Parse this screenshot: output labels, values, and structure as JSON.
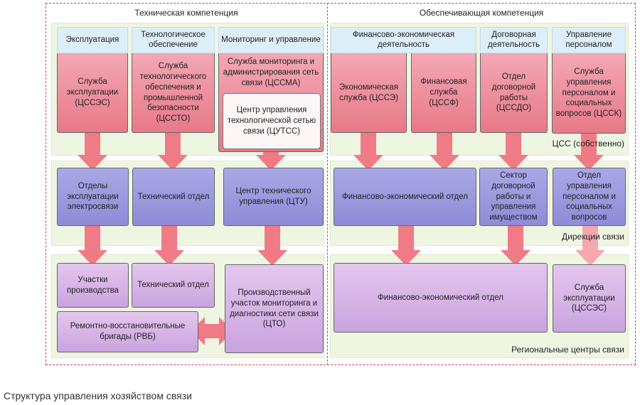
{
  "competences": {
    "technical": "Техническая компетенция",
    "supporting": "Обеспечивающая компетенция"
  },
  "levels": {
    "central": "ЦСС (собственно)",
    "directorates": "Дирекции связи",
    "regional": "Региональные центры связи"
  },
  "headers": {
    "exploitation": "Эксплуатация",
    "tech_support": "Технологическое обеспечение",
    "monitoring": "Мониторинг и управление",
    "finance": "Финансово-экономическая деятельность",
    "contracts": "Договорная деятельность",
    "personnel": "Управление персоналом"
  },
  "central_units": {
    "cssec": "Служба эксплуатации (ЦССЭС)",
    "cssto": "Служба технологического обеспечения и промышленной безопасности (ЦССТО)",
    "cssma": "Служба мониторинга и администрирования сеть связи (ЦССМА)",
    "cutss": "Центр управления технологической сетью связи (ЦУТСС)",
    "csse": "Экономическая служба (ЦССЭ)",
    "cssf": "Финансовая служба (ЦССФ)",
    "cssdo": "Отдел договорной работы (ЦССДО)",
    "cssk": "Служба управления персоналом и социальных вопросов (ЦССК)"
  },
  "directorate_units": {
    "exploitation": "Отделы эксплуатации электросвязи",
    "technical": "Технический отдел",
    "ctu": "Центр технического управления (ЦТУ)",
    "finance": "Финансово-экономический отдел",
    "contracts": "Сектор договорной работы и управления имуществом",
    "personnel": "Отдел управления персоналом и социальных вопросов"
  },
  "regional_units": {
    "production": "Участки производства",
    "technical": "Технический отдел",
    "rvb": "Ремонтно-восстановительные бригады (РВБ)",
    "cto": "Производственный участок мониторинга и диагностики сети связи (ЦТО)",
    "finance": "Финансово-экономический отдел",
    "exploitation": "Служба эксплуатации (ЦССЭС)"
  },
  "caption": "Структура управления хозяйством связи",
  "colors": {
    "border_dashed": "#d04050",
    "band": "#eef6e2",
    "header": "#dceef8",
    "central": "#ee8f9c",
    "directorate": "#9c99de",
    "regional": "#d6b4e6",
    "arrow": "#f07a86"
  }
}
